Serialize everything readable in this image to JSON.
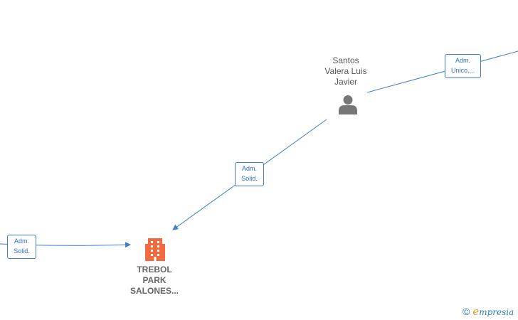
{
  "nodes": {
    "person": {
      "lines": [
        "Santos",
        "Valera Luis",
        "Javier"
      ],
      "icon": "person-icon",
      "color": "#777777"
    },
    "company": {
      "lines": [
        "TREBOL",
        "PARK",
        "SALONES..."
      ],
      "icon": "building-icon",
      "color": "#f26a3f"
    }
  },
  "edges": {
    "top_right": {
      "lines": [
        "Adm.",
        "Unico,..."
      ]
    },
    "middle": {
      "lines": [
        "Adm.",
        "Solid."
      ]
    },
    "left": {
      "lines": [
        "Adm.",
        "Solid."
      ]
    }
  },
  "colors": {
    "edge": "#3d7ecb"
  },
  "branding": {
    "copyright": "©",
    "e_letter": "e",
    "rest": "mpresia"
  }
}
